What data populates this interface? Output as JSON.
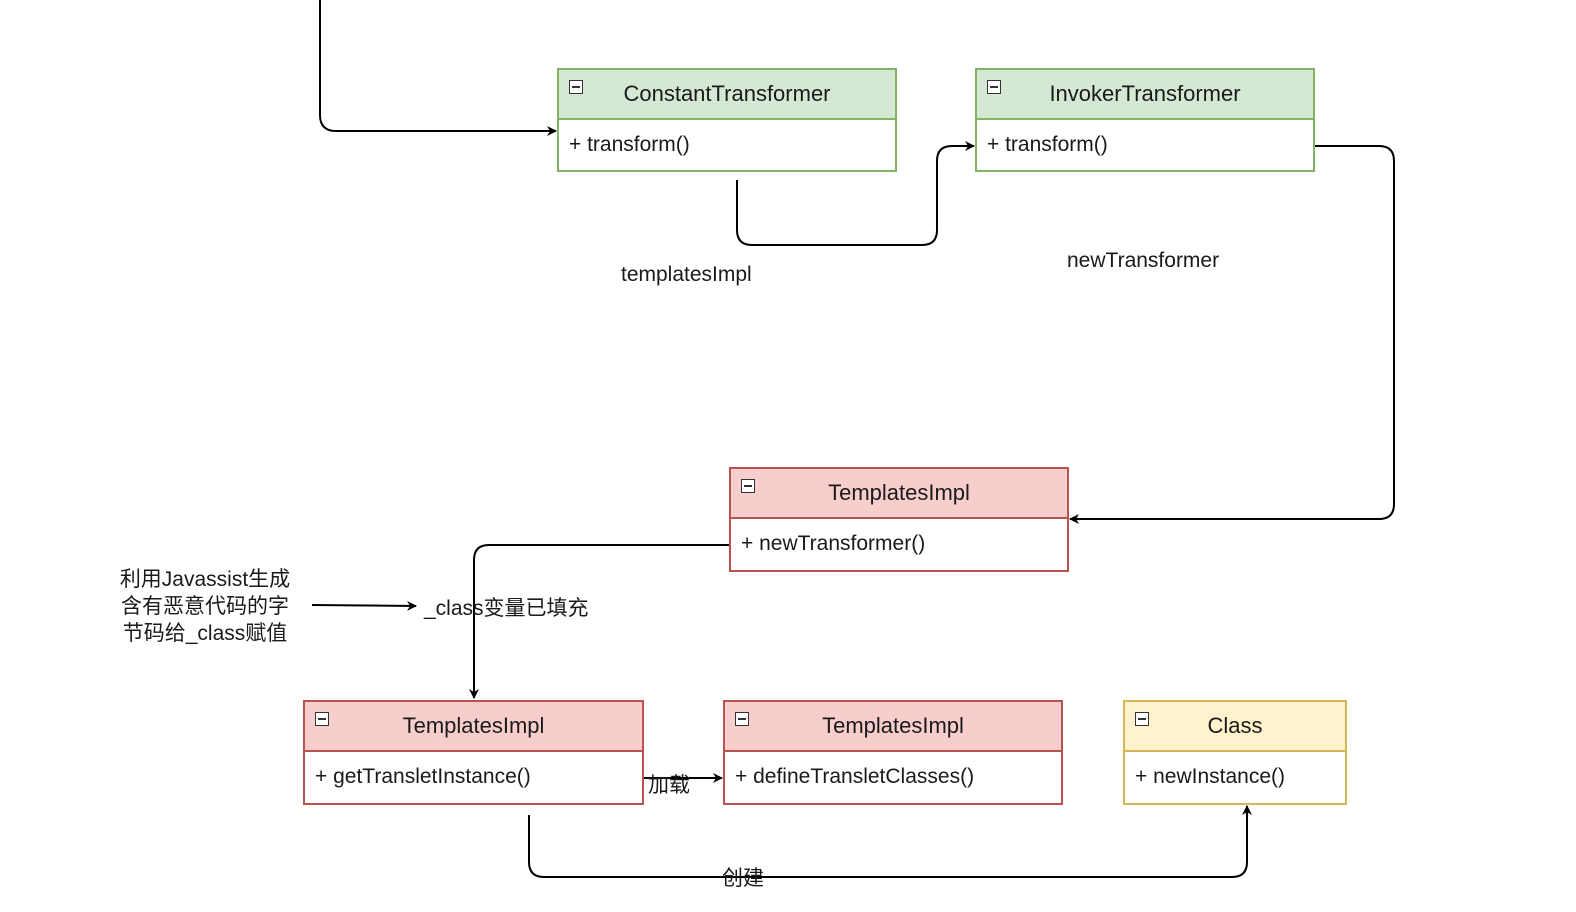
{
  "classes": {
    "constant": {
      "name": "ConstantTransformer",
      "method": "+ transform()"
    },
    "invoker": {
      "name": "InvokerTransformer",
      "method": "+ transform()"
    },
    "templates_new": {
      "name": "TemplatesImpl",
      "method": "+ newTransformer()"
    },
    "templates_get": {
      "name": "TemplatesImpl",
      "method": "+ getTransletInstance()"
    },
    "templates_define": {
      "name": "TemplatesImpl",
      "method": "+ defineTransletClasses()"
    },
    "class_node": {
      "name": "Class",
      "method": "+ newInstance()"
    }
  },
  "labels": {
    "templates_impl": "templatesImpl",
    "new_transformer": "newTransformer",
    "class_filled": "_class变量已填充",
    "load": "加载",
    "create": "创建"
  },
  "note": {
    "line1": "利用Javassist生成",
    "line2": "含有恶意代码的字",
    "line3": "节码给_class赋值"
  },
  "colors": {
    "green_fill": "#d5e8d4",
    "green_stroke": "#82b366",
    "red_fill": "#f8cecc",
    "red_stroke": "#b85450",
    "yellow_fill": "#fff2cc",
    "yellow_stroke": "#d6b656"
  }
}
